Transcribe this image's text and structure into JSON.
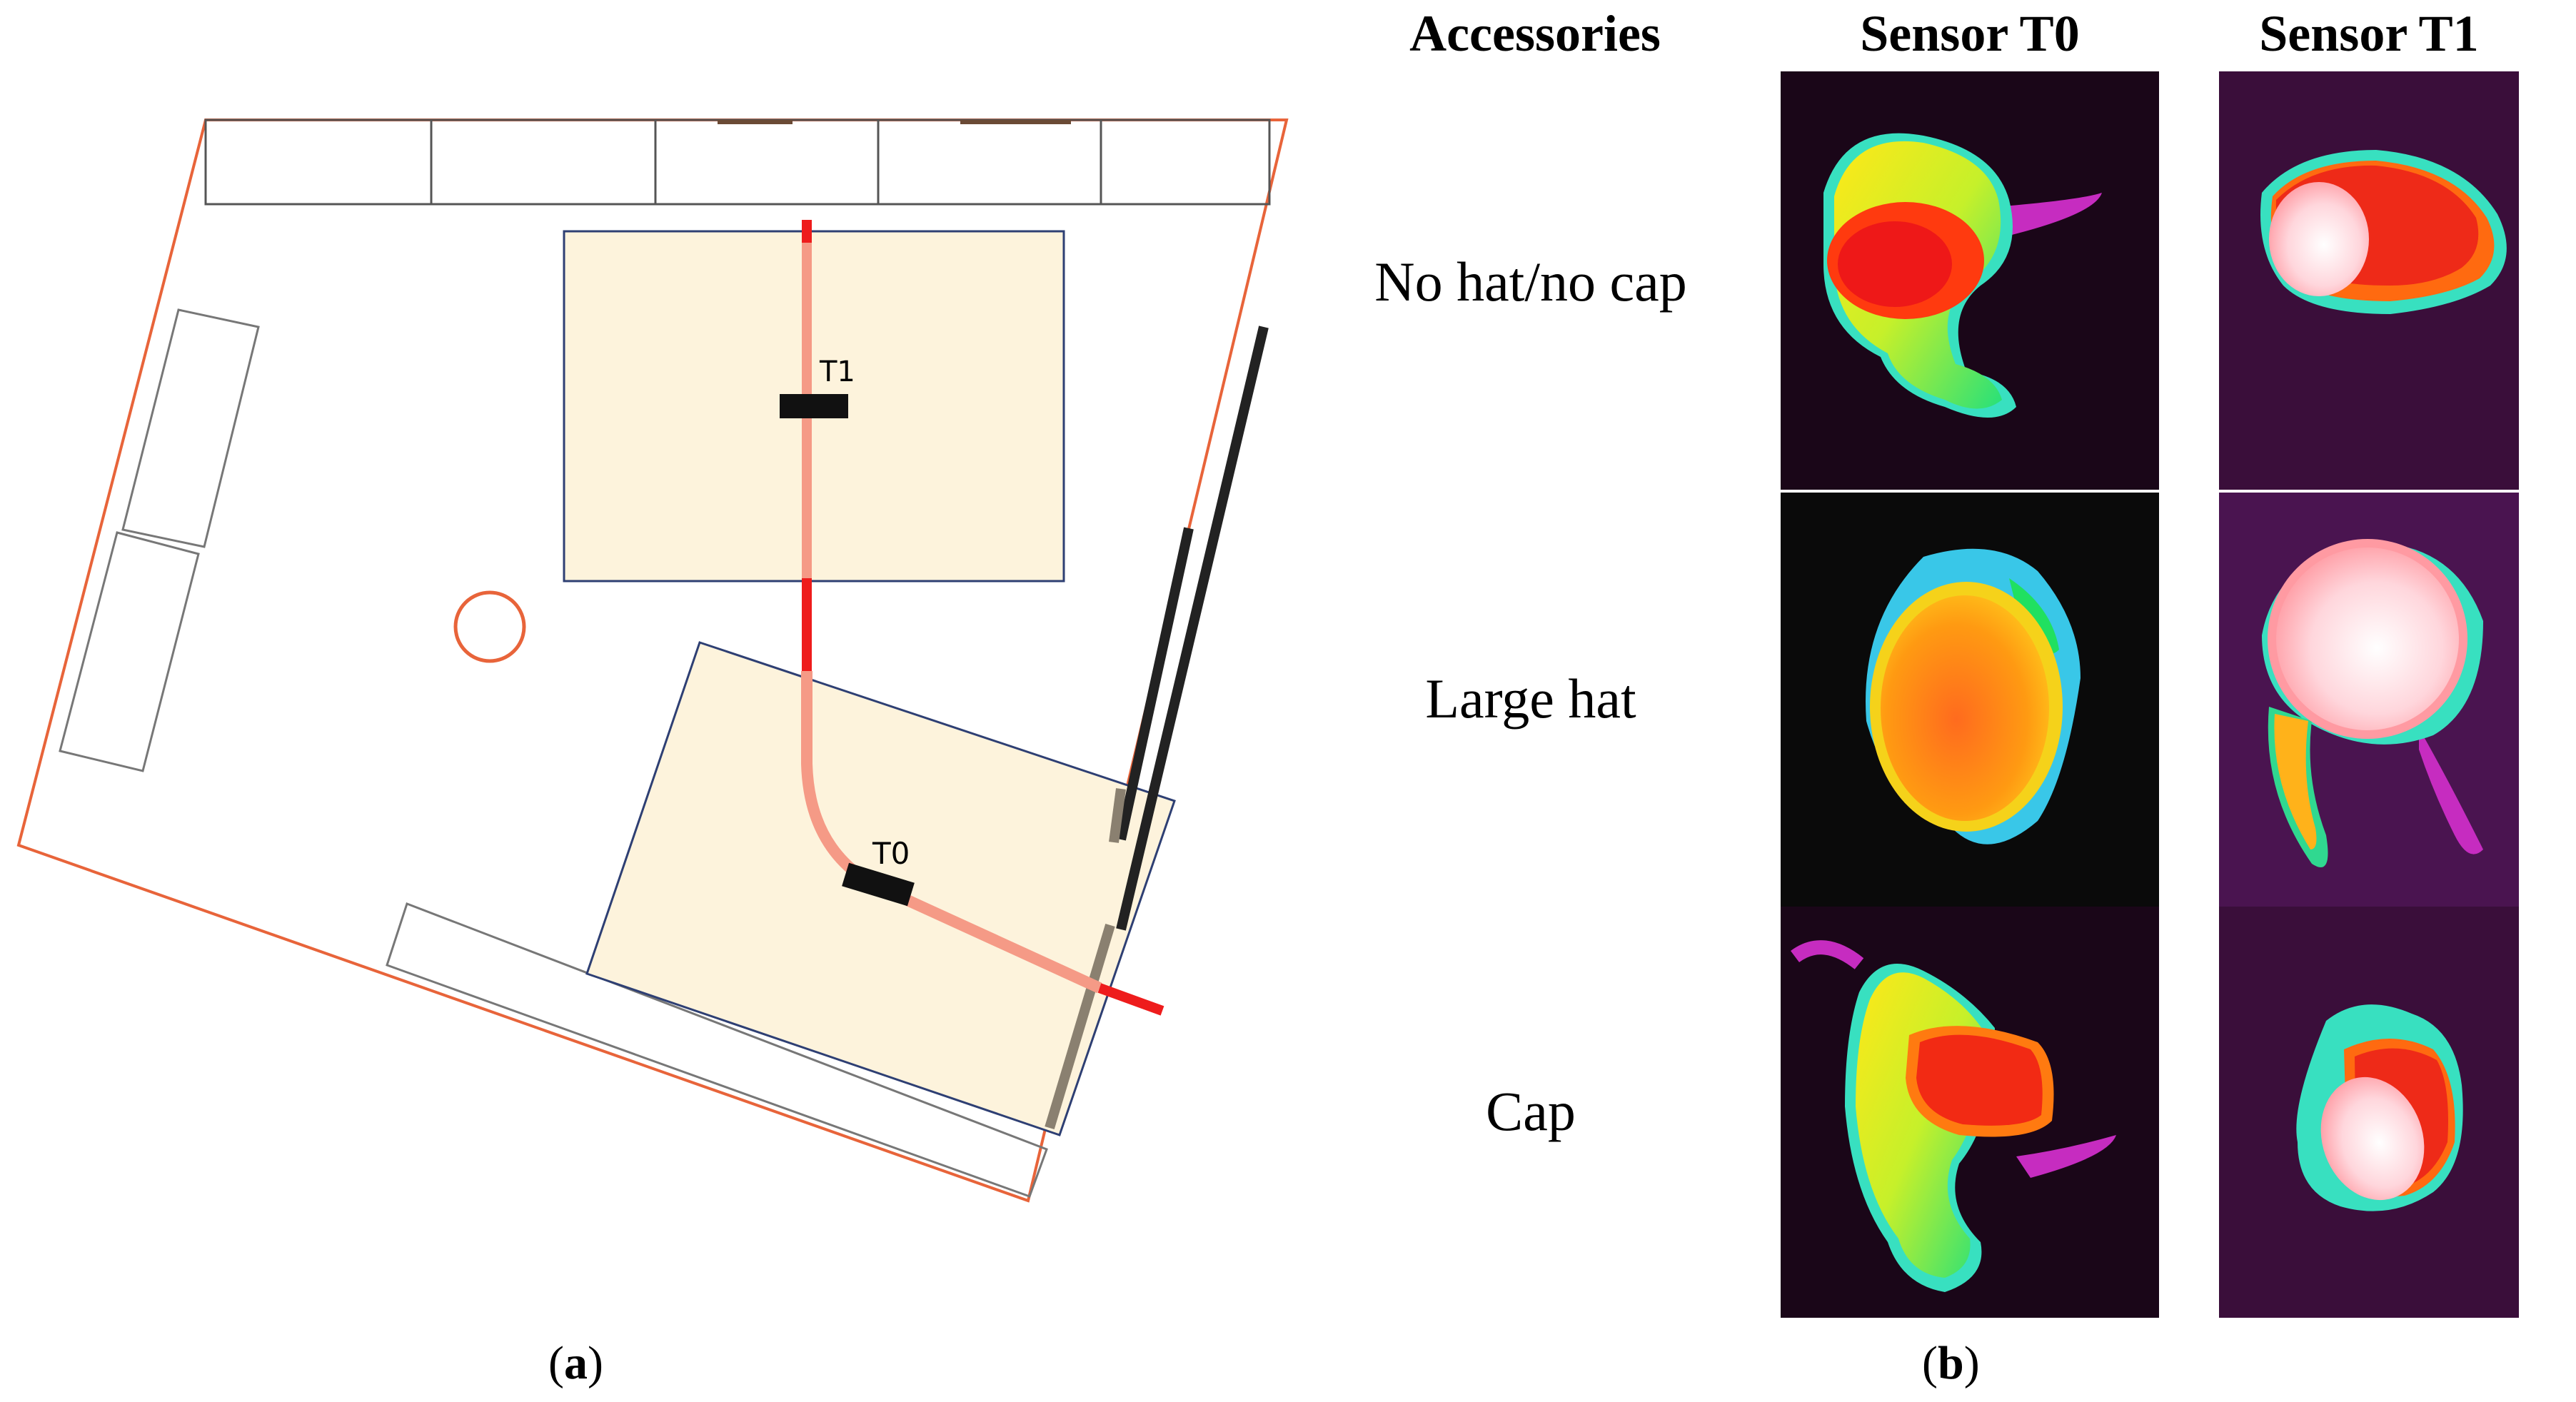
{
  "panel_a": {
    "caption_letter": "a",
    "sensors": {
      "t1": "T1",
      "t0": "T0"
    }
  },
  "panel_b": {
    "caption_letter": "b",
    "headers": {
      "accessories": "Accessories",
      "sensor_t0": "Sensor T0",
      "sensor_t1": "Sensor T1"
    },
    "rows": [
      {
        "label": "No hat/no cap"
      },
      {
        "label": "Large hat"
      },
      {
        "label": "Cap"
      }
    ]
  },
  "colors": {
    "wall": "#e8643a",
    "zone_fill": "#fdf3dc",
    "zone_border": "#2e3f73",
    "path_light": "#f59a86",
    "path_dark": "#ee1c1c",
    "sensor": "#111111"
  }
}
